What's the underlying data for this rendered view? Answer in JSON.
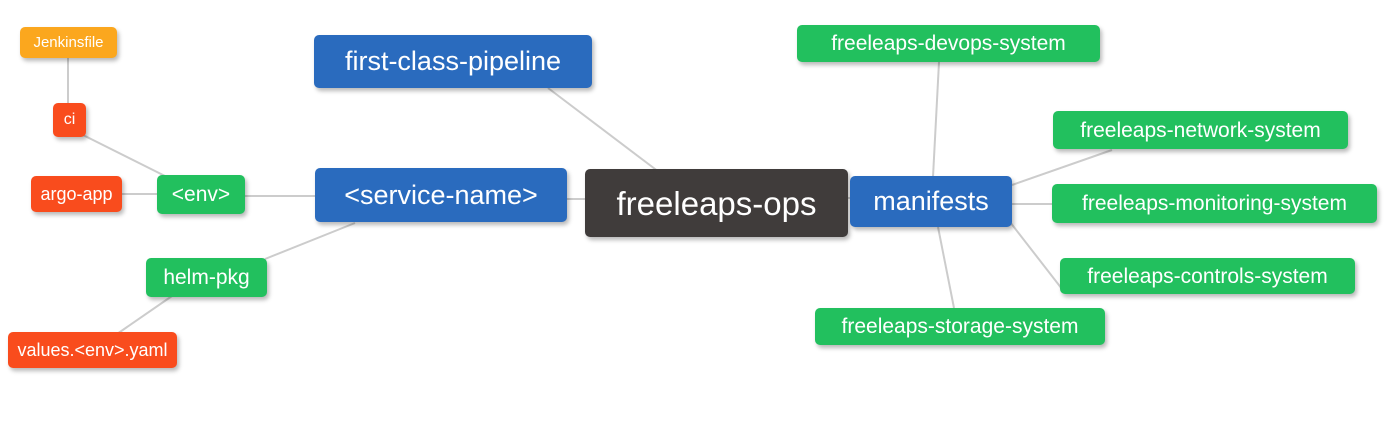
{
  "diagram": {
    "type": "mindmap",
    "root_label": "freeleaps-ops",
    "colors": {
      "root_bg": "#403c3b",
      "branch_blue": "#2a6bbe",
      "leaf_green": "#22c05e",
      "leaf_red": "#f94c1d",
      "leaf_orange": "#fba71e",
      "edge": "#cccccc",
      "text": "#ffffff",
      "background": "#ffffff"
    },
    "nodes": {
      "jenkinsfile": {
        "label": "Jenkinsfile"
      },
      "ci": {
        "label": "ci"
      },
      "argo_app": {
        "label": "argo-app"
      },
      "env": {
        "label": "<env>"
      },
      "helm_pkg": {
        "label": "helm-pkg"
      },
      "values_yaml": {
        "label": "values.<env>.yaml"
      },
      "first_class_pipeline": {
        "label": "first-class-pipeline"
      },
      "service_name": {
        "label": "<service-name>"
      },
      "root": {
        "label": "freeleaps-ops"
      },
      "manifests": {
        "label": "manifests"
      },
      "devops_system": {
        "label": "freeleaps-devops-system"
      },
      "network_system": {
        "label": "freeleaps-network-system"
      },
      "monitoring_system": {
        "label": "freeleaps-monitoring-system"
      },
      "controls_system": {
        "label": "freeleaps-controls-system"
      },
      "storage_system": {
        "label": "freeleaps-storage-system"
      }
    },
    "edges": [
      {
        "from": "jenkinsfile",
        "to": "ci"
      },
      {
        "from": "ci",
        "to": "env"
      },
      {
        "from": "argo_app",
        "to": "env"
      },
      {
        "from": "env",
        "to": "service_name"
      },
      {
        "from": "helm_pkg",
        "to": "service_name"
      },
      {
        "from": "values_yaml",
        "to": "helm_pkg"
      },
      {
        "from": "first_class_pipeline",
        "to": "root"
      },
      {
        "from": "service_name",
        "to": "root"
      },
      {
        "from": "manifests",
        "to": "root"
      },
      {
        "from": "devops_system",
        "to": "manifests"
      },
      {
        "from": "network_system",
        "to": "manifests"
      },
      {
        "from": "monitoring_system",
        "to": "manifests"
      },
      {
        "from": "controls_system",
        "to": "manifests"
      },
      {
        "from": "storage_system",
        "to": "manifests"
      }
    ]
  }
}
